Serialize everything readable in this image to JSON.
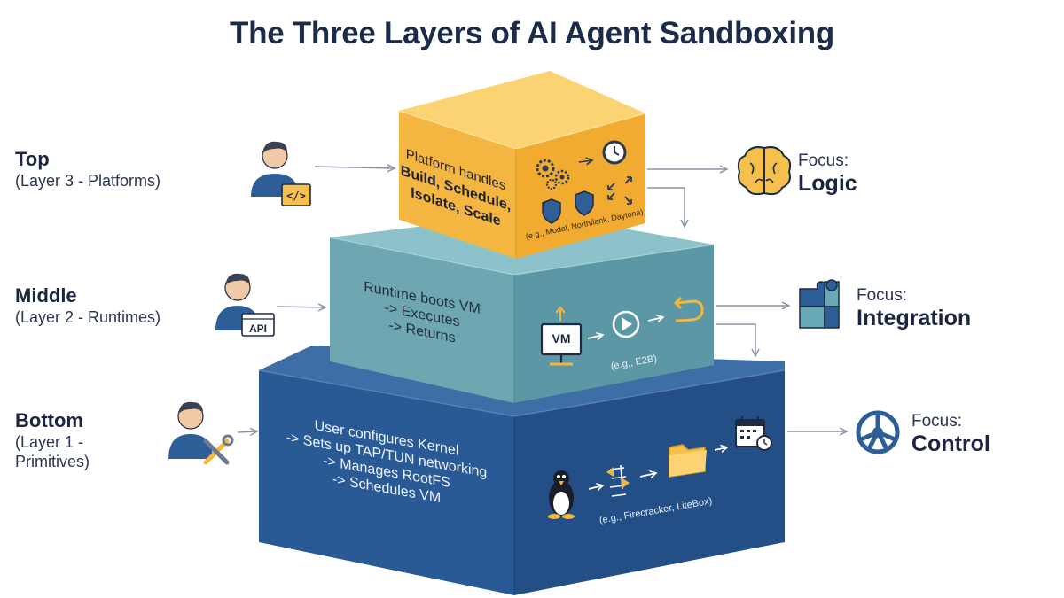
{
  "title": "The Three Layers of AI Agent Sandboxing",
  "layers": {
    "top": {
      "name": "Top",
      "subtitle": "(Layer 3 - Platforms)",
      "box_line1": "Platform handles",
      "box_line2": "Build, Schedule,",
      "box_line3": "Isolate, Scale",
      "examples": "(e.g., Modal, Northflank, Daytona)",
      "focus_label": "Focus:",
      "focus_value": "Logic",
      "color": "#f6b942"
    },
    "middle": {
      "name": "Middle",
      "subtitle": "(Layer 2 - Runtimes)",
      "box_line1": "Runtime boots VM",
      "box_line2": "-> Executes",
      "box_line3": "-> Returns",
      "badge": "API",
      "vm_label": "VM",
      "examples": "(e.g., E2B)",
      "focus_label": "Focus:",
      "focus_value": "Integration",
      "color": "#6aa9b6"
    },
    "bottom": {
      "name": "Bottom",
      "subtitle_line1": "(Layer 1 -",
      "subtitle_line2": "Primitives)",
      "box_line1": "User configures Kernel",
      "box_line2": "-> Sets up TAP/TUN networking",
      "box_line3": "-> Manages RootFS",
      "box_line4": "-> Schedules VM",
      "examples": "(e.g., Firecracker, LiteBox)",
      "focus_label": "Focus:",
      "focus_value": "Control",
      "color": "#2d5e9a"
    }
  },
  "icons": {
    "top_user": "developer-code-icon",
    "mid_user": "developer-api-icon",
    "bot_user": "engineer-tools-icon",
    "top_focus": "brain-icon",
    "mid_focus": "puzzle-icon",
    "bot_focus": "wheel-icon"
  }
}
